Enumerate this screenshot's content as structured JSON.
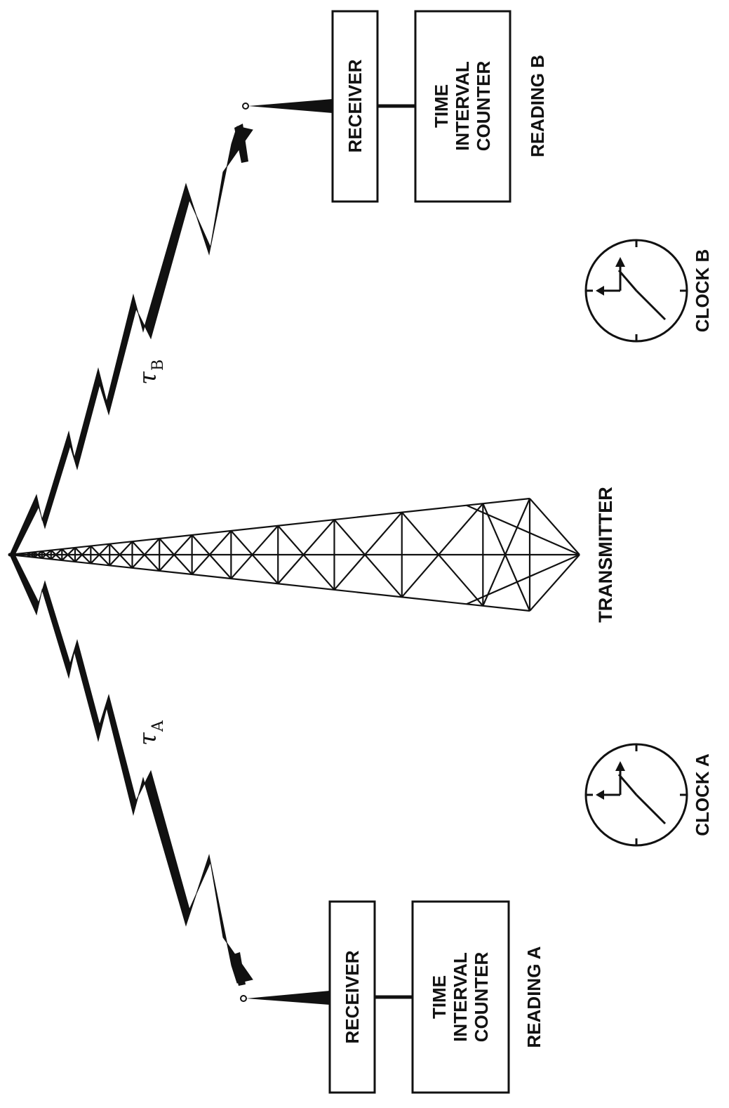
{
  "transmitter_label": "TRANSMITTER",
  "station_a": {
    "receiver_label": "RECEIVER",
    "counter_line1": "TIME",
    "counter_line2": "INTERVAL",
    "counter_line3": "COUNTER",
    "reading_label": "READING A",
    "clock_label": "CLOCK A",
    "delay_symbol": "τ",
    "delay_subscript": "A"
  },
  "station_b": {
    "receiver_label": "RECEIVER",
    "counter_line1": "TIME",
    "counter_line2": "INTERVAL",
    "counter_line3": "COUNTER",
    "reading_label": "READING B",
    "clock_label": "CLOCK B",
    "delay_symbol": "τ",
    "delay_subscript": "B"
  },
  "colors": {
    "ink": "#111111",
    "background": "#ffffff"
  }
}
